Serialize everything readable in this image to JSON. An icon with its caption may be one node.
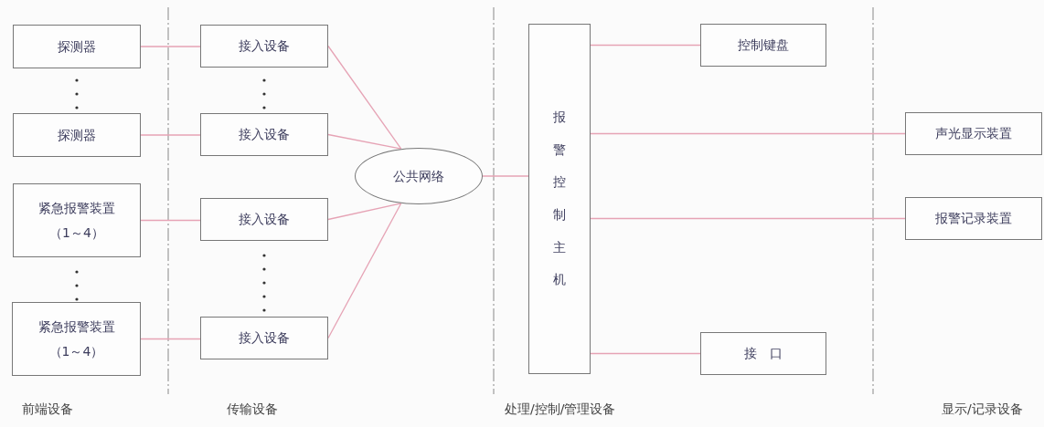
{
  "diagram": {
    "nodes": [
      {
        "text": [
          "探测器"
        ]
      },
      {
        "text": [
          "探测器"
        ]
      },
      {
        "text": [
          "紧急报警装置",
          "（1～4）"
        ]
      },
      {
        "text": [
          "紧急报警装置",
          "（1～4）"
        ]
      },
      {
        "text": [
          "接入设备"
        ]
      },
      {
        "text": [
          "接入设备"
        ]
      },
      {
        "text": [
          "接入设备"
        ]
      },
      {
        "text": [
          "接入设备"
        ]
      },
      {
        "text": [
          "公共网络"
        ]
      },
      {
        "text": [
          "报警控制主机"
        ]
      },
      {
        "text": [
          "控制键盘"
        ]
      },
      {
        "text": [
          "声光显示装置"
        ]
      },
      {
        "text": [
          "报警记录装置"
        ]
      },
      {
        "text": [
          "接　口"
        ]
      }
    ],
    "edges": [
      {
        "from": 0,
        "to": 4,
        "arrow": "none"
      },
      {
        "from": 1,
        "to": 5,
        "arrow": "none"
      },
      {
        "from": 2,
        "to": 6,
        "arrow": "none"
      },
      {
        "from": 3,
        "to": 7,
        "arrow": "none"
      },
      {
        "from": 4,
        "to": 8,
        "arrow": "none"
      },
      {
        "from": 5,
        "to": 8,
        "arrow": "none"
      },
      {
        "from": 6,
        "to": 8,
        "arrow": "none"
      },
      {
        "from": 7,
        "to": 8,
        "arrow": "none"
      },
      {
        "from": 8,
        "to": 9,
        "arrow": "none"
      },
      {
        "from": 9,
        "to": 10,
        "arrow": "none"
      },
      {
        "from": 9,
        "to": 11,
        "arrow": "none"
      },
      {
        "from": 9,
        "to": 12,
        "arrow": "none"
      },
      {
        "from": 9,
        "to": 13,
        "arrow": "none"
      }
    ],
    "labels": [
      "前端设备",
      "传输设备",
      "处理/控制/管理设备",
      "显示/记录设备"
    ]
  }
}
